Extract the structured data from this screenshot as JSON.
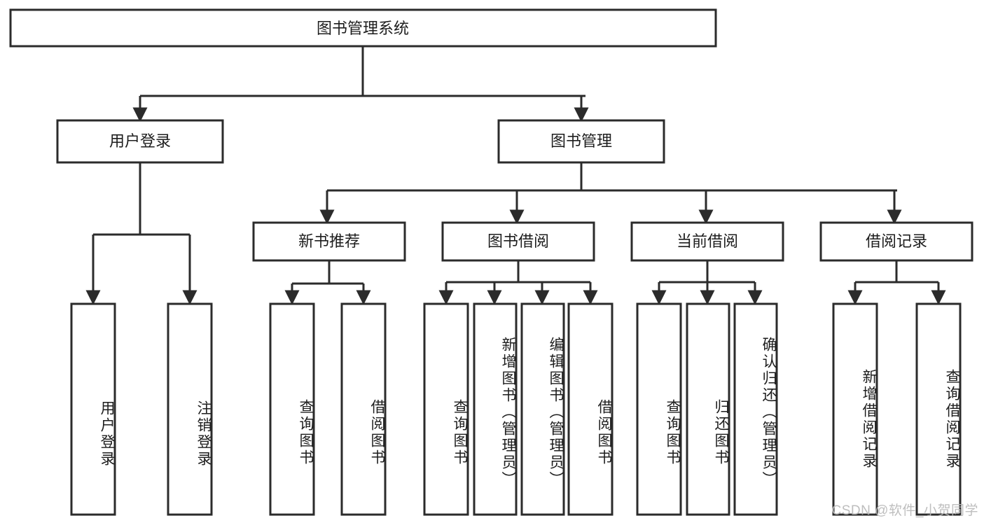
{
  "diagram": {
    "type": "tree-hierarchy-flowchart",
    "title": "图书管理系统",
    "watermark": "CSDN @软件_小贺同学",
    "colors": {
      "background": "#ffffff",
      "box_fill": "#ffffff",
      "box_stroke": "#2b2b2b",
      "text": "#1d1d1d",
      "watermark": "#b9b9b9"
    },
    "root": {
      "label": "图书管理系统"
    },
    "level2": [
      {
        "label": "用户登录"
      },
      {
        "label": "图书管理"
      }
    ],
    "level3": [
      {
        "label": "新书推荐"
      },
      {
        "label": "图书借阅"
      },
      {
        "label": "当前借阅"
      },
      {
        "label": "借阅记录"
      }
    ],
    "leaves": {
      "user_login": [
        {
          "label": "用户登录"
        },
        {
          "label": "注销登录"
        }
      ],
      "new_book_recommend": [
        {
          "label": "查询图书"
        },
        {
          "label": "借阅图书"
        }
      ],
      "book_borrow": [
        {
          "label": "查询图书"
        },
        {
          "label": "新增图书（管理员）"
        },
        {
          "label": "编辑图书（管理员）"
        },
        {
          "label": "借阅图书"
        }
      ],
      "current_borrow": [
        {
          "label": "查询图书"
        },
        {
          "label": "归还图书"
        },
        {
          "label": "确认归还（管理员）"
        }
      ],
      "borrow_records": [
        {
          "label": "新增借阅记录"
        },
        {
          "label": "查询借阅记录"
        }
      ]
    }
  }
}
